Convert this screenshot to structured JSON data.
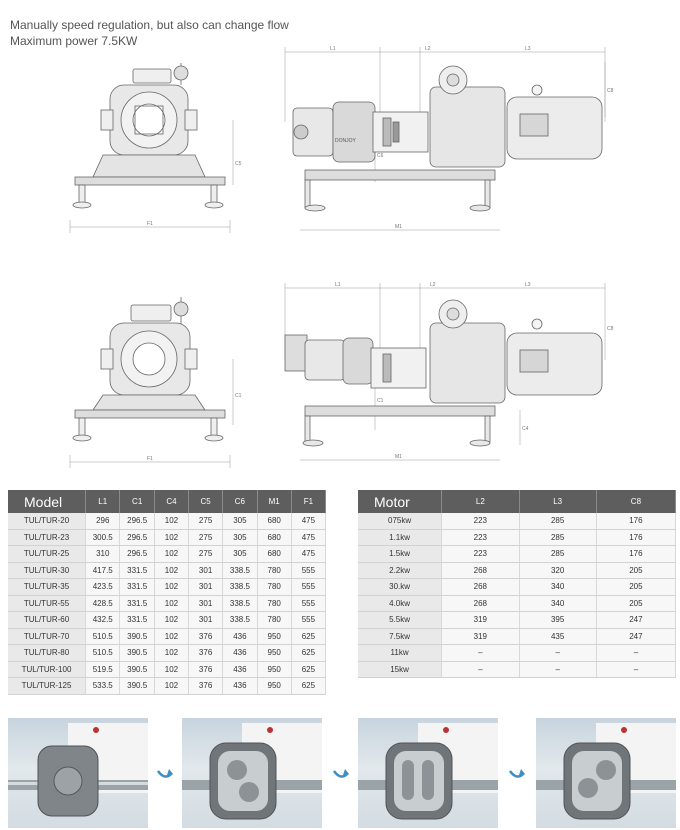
{
  "header": {
    "line1": "Manually speed regulation, but also can change flow",
    "line2": "Maximum power 7.5KW"
  },
  "drawing_top": {
    "labels": {
      "L1": "L1",
      "L2": "L2",
      "L3": "L3",
      "C8": "C8",
      "C5": "C5",
      "C6": "C6",
      "F1": "F1",
      "M1": "M1"
    },
    "brand": "DONJOY"
  },
  "drawing_bottom": {
    "labels": {
      "L1": "L1",
      "L2": "L2",
      "L3": "L3",
      "C8": "C8",
      "C1": "C1",
      "C4": "C4",
      "F1": "F1",
      "M1": "M1"
    }
  },
  "model_table": {
    "headers": [
      "Model",
      "L1",
      "C1",
      "C4",
      "C5",
      "C6",
      "M1",
      "F1"
    ],
    "rows": [
      [
        "TUL/TUR-20",
        "296",
        "296.5",
        "102",
        "275",
        "305",
        "680",
        "475"
      ],
      [
        "TUL/TUR-23",
        "300.5",
        "296.5",
        "102",
        "275",
        "305",
        "680",
        "475"
      ],
      [
        "TUL/TUR-25",
        "310",
        "296.5",
        "102",
        "275",
        "305",
        "680",
        "475"
      ],
      [
        "TUL/TUR-30",
        "417.5",
        "331.5",
        "102",
        "301",
        "338.5",
        "780",
        "555"
      ],
      [
        "TUL/TUR-35",
        "423.5",
        "331.5",
        "102",
        "301",
        "338.5",
        "780",
        "555"
      ],
      [
        "TUL/TUR-55",
        "428.5",
        "331.5",
        "102",
        "301",
        "338.5",
        "780",
        "555"
      ],
      [
        "TUL/TUR-60",
        "432.5",
        "331.5",
        "102",
        "301",
        "338.5",
        "780",
        "555"
      ],
      [
        "TUL/TUR-70",
        "510.5",
        "390.5",
        "102",
        "376",
        "436",
        "950",
        "625"
      ],
      [
        "TUL/TUR-80",
        "510.5",
        "390.5",
        "102",
        "376",
        "436",
        "950",
        "625"
      ],
      [
        "TUL/TUR-100",
        "519.5",
        "390.5",
        "102",
        "376",
        "436",
        "950",
        "625"
      ],
      [
        "TUL/TUR-125",
        "533.5",
        "390.5",
        "102",
        "376",
        "436",
        "950",
        "625"
      ]
    ]
  },
  "motor_table": {
    "headers": [
      "Motor",
      "L2",
      "L3",
      "C8"
    ],
    "rows": [
      [
        "075kw",
        "223",
        "285",
        "176"
      ],
      [
        "1.1kw",
        "223",
        "285",
        "176"
      ],
      [
        "1.5kw",
        "223",
        "285",
        "176"
      ],
      [
        "2.2kw",
        "268",
        "320",
        "205"
      ],
      [
        "30.kw",
        "268",
        "340",
        "205"
      ],
      [
        "4.0kw",
        "268",
        "340",
        "205"
      ],
      [
        "5.5kw",
        "319",
        "395",
        "247"
      ],
      [
        "7.5kw",
        "319",
        "435",
        "247"
      ],
      [
        "11kw",
        "–",
        "–",
        "–"
      ],
      [
        "15kw",
        "–",
        "–",
        "–"
      ]
    ]
  },
  "photos": {
    "icons": [
      "pump-rotor-photo-1",
      "rotation-arrow-icon",
      "pump-rotor-photo-2",
      "rotation-arrow-icon",
      "pump-rotor-photo-3",
      "rotation-arrow-icon",
      "pump-rotor-photo-4"
    ],
    "accent_arrow_color": "#3d8fc4"
  }
}
